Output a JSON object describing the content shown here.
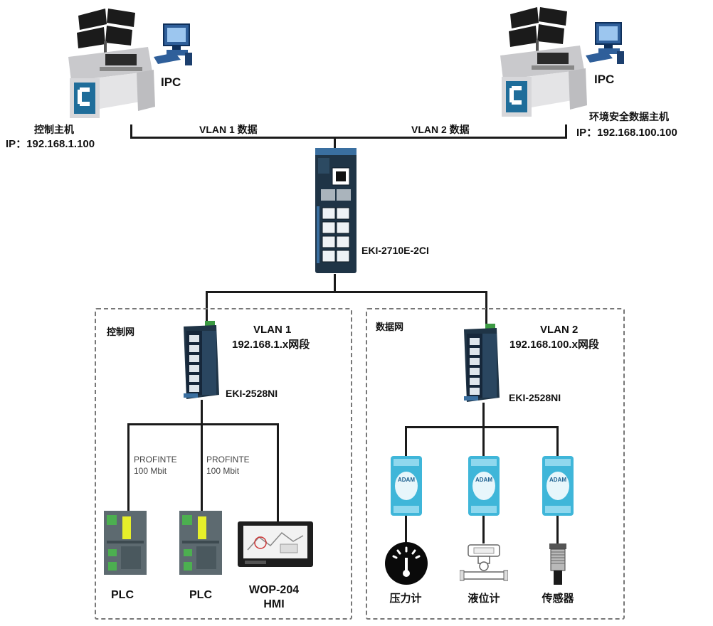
{
  "hosts": {
    "left": {
      "tag": "IPC",
      "name": "控制主机",
      "ip": "IP：192.168.1.100"
    },
    "right": {
      "tag": "IPC",
      "name": "环境安全数据主机",
      "ip": "IP：192.168.100.100"
    }
  },
  "backbone": {
    "vlan1_label": "VLAN 1 数据",
    "vlan2_label": "VLAN 2 数据"
  },
  "core_switch": {
    "model": "EKI-2710E-2CI"
  },
  "zones": {
    "control": {
      "title": "控制网",
      "vlan": "VLAN 1",
      "segment": "192.168.1.x网段",
      "switch_model": "EKI-2528NI",
      "links": [
        {
          "protocol": "PROFINTE",
          "speed": "100 Mbit"
        },
        {
          "protocol": "PROFINTE",
          "speed": "100 Mbit"
        }
      ],
      "devices": [
        {
          "label": "PLC"
        },
        {
          "label": "PLC"
        },
        {
          "label_line1": "WOP-204",
          "label_line2": "HMI"
        }
      ]
    },
    "data": {
      "title": "数据网",
      "vlan": "VLAN 2",
      "segment": "192.168.100.x网段",
      "switch_model": "EKI-2528NI",
      "module_brand": "ADAM",
      "devices": [
        {
          "label": "压力计"
        },
        {
          "label": "液位计"
        },
        {
          "label": "传感器"
        }
      ]
    }
  },
  "colors": {
    "switch_body": "#1f3446",
    "adam_module": "#3fb6d9",
    "plc_body": "#5d6a70",
    "plc_accent": "#e6ef2a",
    "line": "#1a1a1a",
    "zone_border": "#777777"
  }
}
